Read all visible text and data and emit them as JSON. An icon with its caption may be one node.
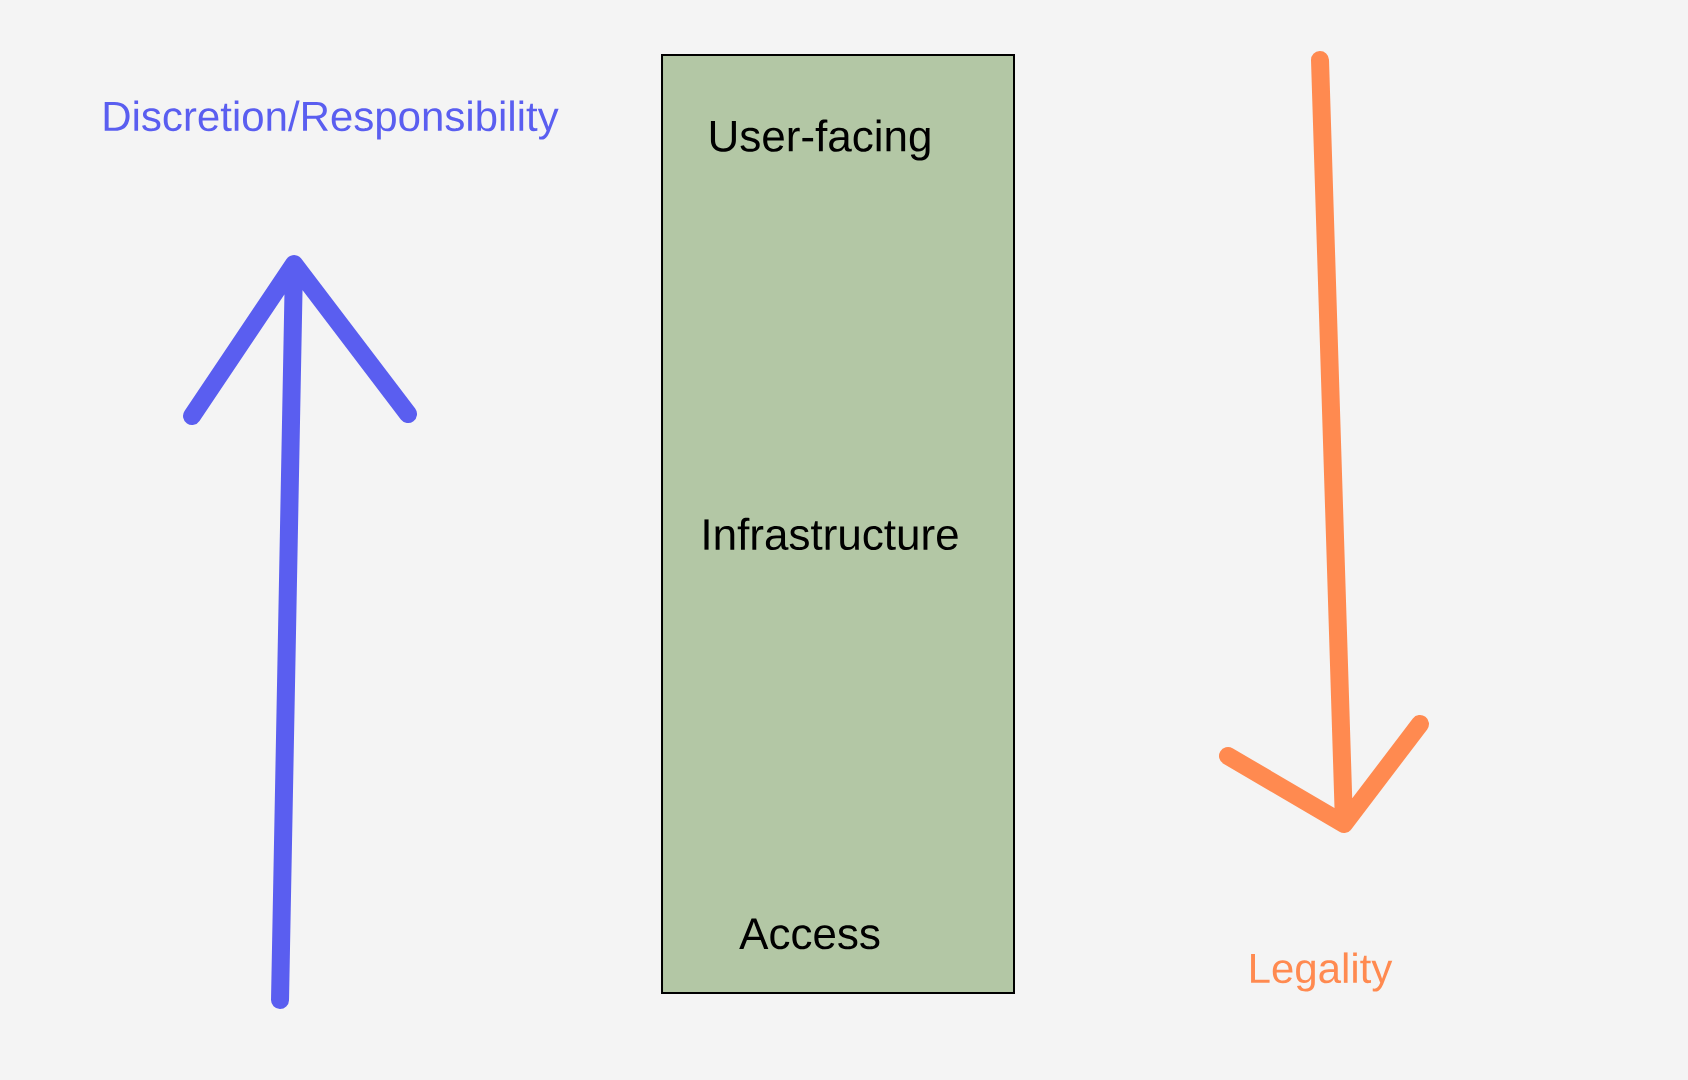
{
  "diagram": {
    "nodes": [
      {
        "text": [
          "User-facing",
          "Infrastructure",
          "Access"
        ]
      }
    ],
    "labels": [
      "Discretion/Responsibility",
      "Legality"
    ]
  }
}
